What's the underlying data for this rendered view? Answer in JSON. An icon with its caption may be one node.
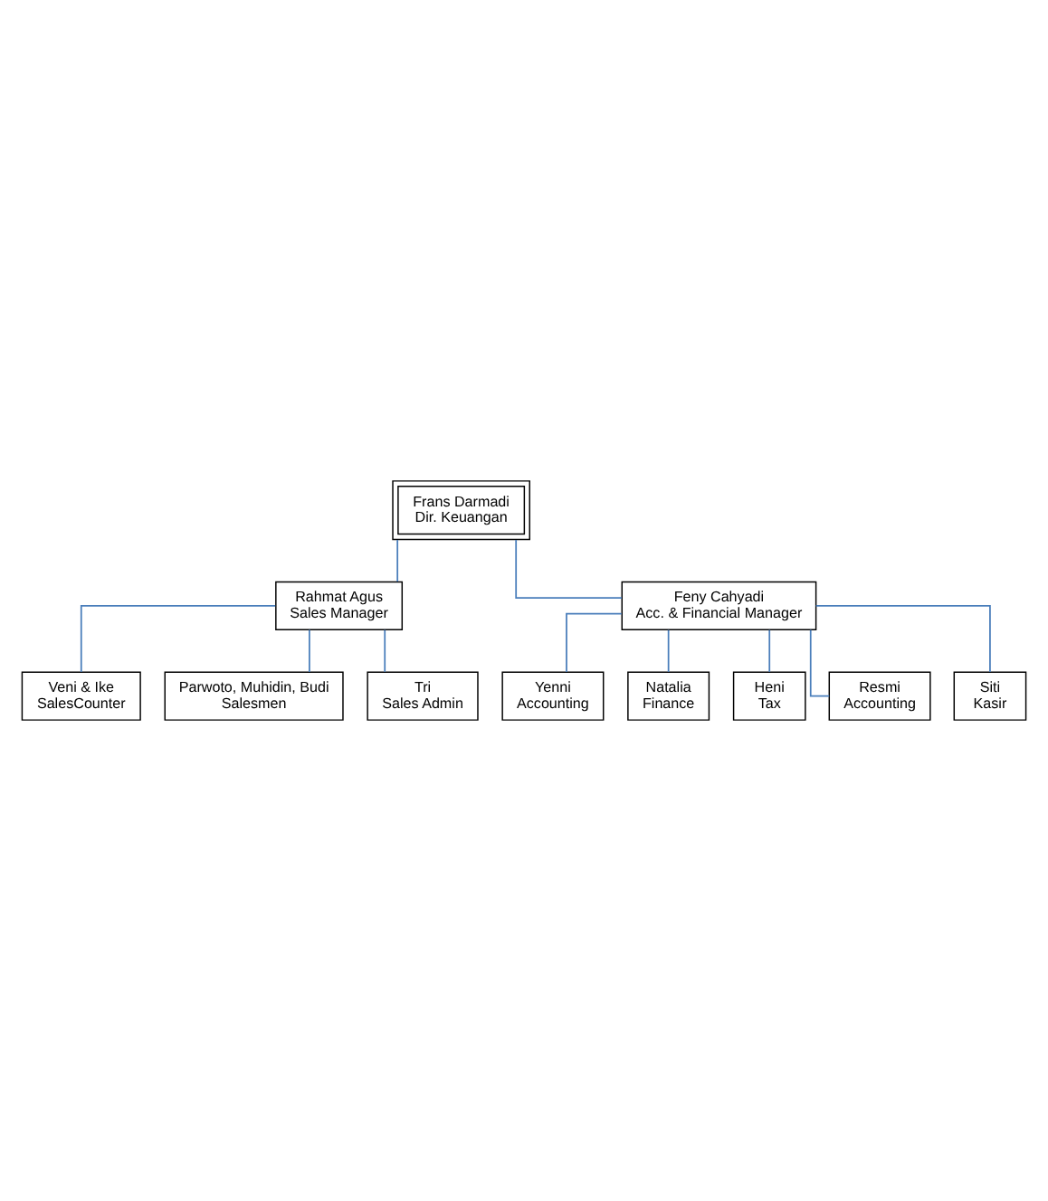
{
  "diagram": {
    "nodes": [
      {
        "text": [
          "Frans Darmadi",
          "Dir. Keuangan"
        ]
      },
      {
        "text": [
          "Rahmat Agus",
          "Sales Manager"
        ]
      },
      {
        "text": [
          "Feny Cahyadi",
          "Acc. & Financial Manager"
        ]
      },
      {
        "text": [
          "Veni & Ike",
          "SalesCounter"
        ]
      },
      {
        "text": [
          "Parwoto, Muhidin, Budi",
          "Salesmen"
        ]
      },
      {
        "text": [
          "Tri",
          "Sales Admin"
        ]
      },
      {
        "text": [
          "Yenni",
          "Accounting"
        ]
      },
      {
        "text": [
          "Natalia",
          "Finance"
        ]
      },
      {
        "text": [
          "Heni",
          "Tax"
        ]
      },
      {
        "text": [
          "Resmi",
          "Accounting"
        ]
      },
      {
        "text": [
          "Siti",
          "Kasir"
        ]
      }
    ],
    "edges": [
      {
        "from": 0,
        "to": 1,
        "arrow": "none",
        "color": "#4a7ebb"
      },
      {
        "from": 0,
        "to": 2,
        "arrow": "none",
        "color": "#4a7ebb"
      },
      {
        "from": 1,
        "to": 3,
        "arrow": "none",
        "color": "#4a7ebb"
      },
      {
        "from": 1,
        "to": 4,
        "arrow": "none",
        "color": "#4a7ebb"
      },
      {
        "from": 1,
        "to": 5,
        "arrow": "none",
        "color": "#4a7ebb"
      },
      {
        "from": 2,
        "to": 6,
        "arrow": "none",
        "color": "#4a7ebb"
      },
      {
        "from": 2,
        "to": 7,
        "arrow": "none",
        "color": "#4a7ebb"
      },
      {
        "from": 2,
        "to": 8,
        "arrow": "none",
        "color": "#4a7ebb"
      },
      {
        "from": 2,
        "to": 9,
        "arrow": "none",
        "color": "#4a7ebb"
      },
      {
        "from": 2,
        "to": 10,
        "arrow": "none",
        "color": "#4a7ebb"
      }
    ]
  }
}
